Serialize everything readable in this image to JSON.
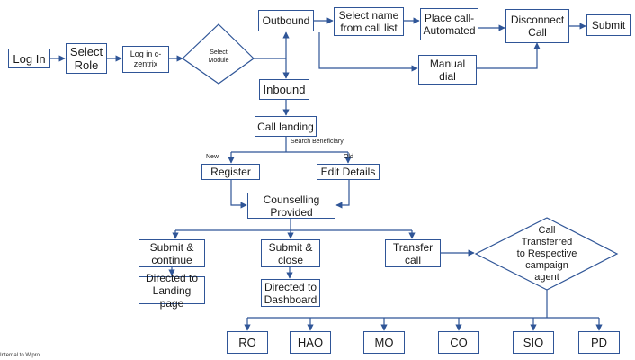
{
  "colors": {
    "stroke": "#2f5597",
    "text": "#1a1a1a",
    "background": "#ffffff"
  },
  "nodes": {
    "login": "Log In",
    "select_role": "Select\nRole",
    "login_czentrix": "Log in c-\nzentrix",
    "select_module": "Select\nModule",
    "outbound": "Outbound",
    "inbound": "Inbound",
    "select_name": "Select name\nfrom call list",
    "place_call": "Place call-\nAutomated",
    "disconnect": "Disconnect\nCall",
    "submit": "Submit",
    "manual_dial": "Manual\ndial",
    "call_landing": "Call landing",
    "register": "Register",
    "edit_details": "Edit Details",
    "counselling": "Counselling\nProvided",
    "submit_continue": "Submit &\ncontinue",
    "submit_close": "Submit &\nclose",
    "transfer_call": "Transfer\ncall",
    "call_transferred": "Call\nTransferred\nto Respective\ncampaign\nagent",
    "directed_landing": "Directed to\nLanding page",
    "directed_dashboard": "Directed to\nDashboard",
    "ro": "RO",
    "hao": "HAO",
    "mo": "MO",
    "co": "CO",
    "sio": "SIO",
    "pd": "PD"
  },
  "edge_labels": {
    "search_beneficiary": "Search Beneficiary",
    "new": "New",
    "old": "Old"
  },
  "footer": "Internal to Wipro"
}
